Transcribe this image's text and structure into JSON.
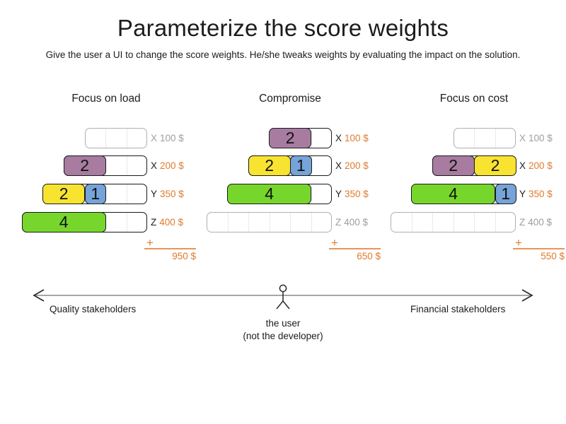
{
  "title": "Parameterize the score weights",
  "subtitle": "Give the user a UI to change the score weights. He/she tweaks weights by evaluating the impact on the solution.",
  "palette": {
    "orange": "#e07a2d",
    "inactive_gray": "#9e9e9e",
    "purple": "#a77ca0",
    "yellow": "#f8e331",
    "blue": "#76a3d8",
    "green": "#77d62c"
  },
  "columns": [
    {
      "title": "Focus on load",
      "plus": "+",
      "total": "950 $",
      "rows": [
        {
          "letter": "X",
          "price": "100 $",
          "active": false,
          "capacity": 3,
          "blocks": []
        },
        {
          "letter": "X",
          "price": "200 $",
          "active": true,
          "capacity": 4,
          "blocks": [
            {
              "value": "2",
              "color": "purple"
            }
          ]
        },
        {
          "letter": "Y",
          "price": "350 $",
          "active": true,
          "capacity": 5,
          "blocks": [
            {
              "value": "2",
              "color": "yellow"
            },
            {
              "value": "1",
              "color": "blue"
            }
          ]
        },
        {
          "letter": "Z",
          "price": "400 $",
          "active": true,
          "capacity": 6,
          "blocks": [
            {
              "value": "4",
              "color": "green"
            }
          ]
        }
      ]
    },
    {
      "title": "Compromise",
      "plus": "+",
      "total": "650 $",
      "rows": [
        {
          "letter": "X",
          "price": "100 $",
          "active": true,
          "capacity": 3,
          "blocks": [
            {
              "value": "2",
              "color": "purple"
            }
          ]
        },
        {
          "letter": "X",
          "price": "200 $",
          "active": true,
          "capacity": 4,
          "blocks": [
            {
              "value": "2",
              "color": "yellow"
            },
            {
              "value": "1",
              "color": "blue"
            }
          ]
        },
        {
          "letter": "Y",
          "price": "350 $",
          "active": true,
          "capacity": 5,
          "blocks": [
            {
              "value": "4",
              "color": "green"
            }
          ]
        },
        {
          "letter": "Z",
          "price": "400 $",
          "active": false,
          "capacity": 6,
          "blocks": []
        }
      ]
    },
    {
      "title": "Focus on cost",
      "plus": "+",
      "total": "550 $",
      "rows": [
        {
          "letter": "X",
          "price": "100 $",
          "active": false,
          "capacity": 3,
          "blocks": []
        },
        {
          "letter": "X",
          "price": "200 $",
          "active": true,
          "capacity": 4,
          "blocks": [
            {
              "value": "2",
              "color": "purple"
            },
            {
              "value": "2",
              "color": "yellow"
            }
          ]
        },
        {
          "letter": "Y",
          "price": "350 $",
          "active": true,
          "capacity": 5,
          "blocks": [
            {
              "value": "4",
              "color": "green"
            },
            {
              "value": "1",
              "color": "blue"
            }
          ]
        },
        {
          "letter": "Z",
          "price": "400 $",
          "active": false,
          "capacity": 6,
          "blocks": []
        }
      ]
    }
  ],
  "axis": {
    "left_label": "Quality stakeholders",
    "right_label": "Financial stakeholders",
    "user_line1": "the user",
    "user_line2": "(not the developer)"
  }
}
